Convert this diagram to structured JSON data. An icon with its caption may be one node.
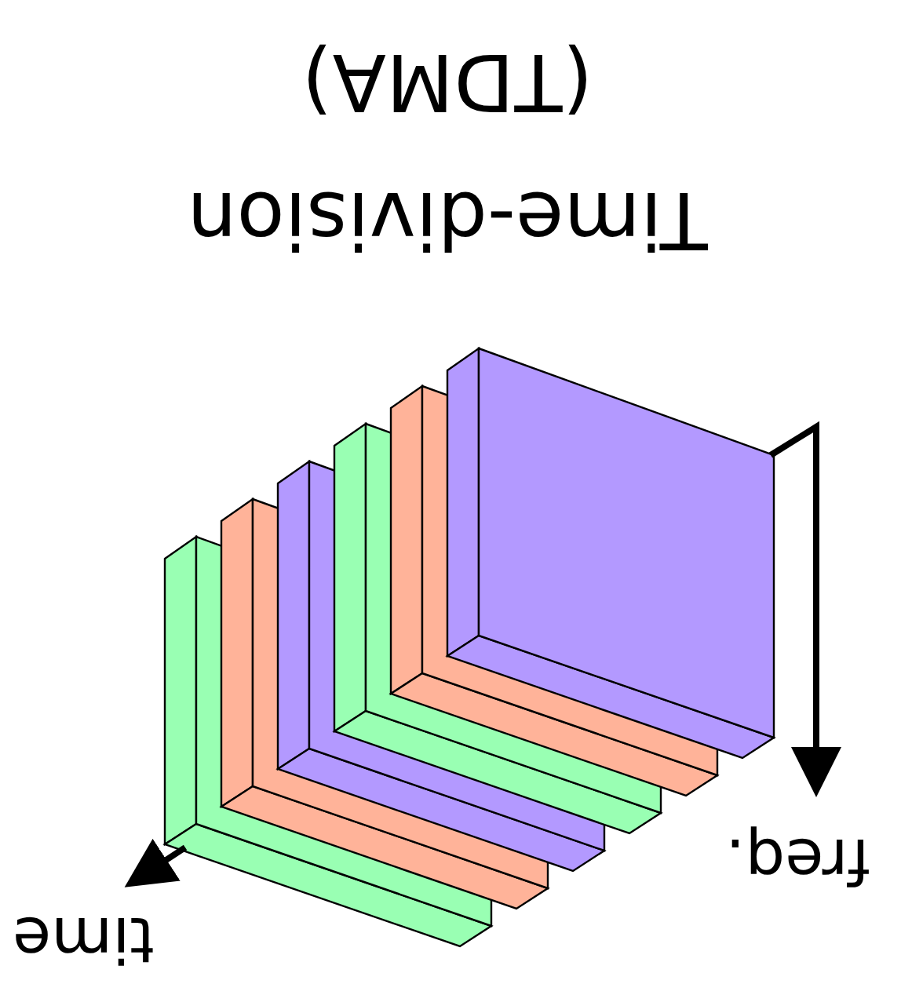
{
  "diagram": {
    "title": "Time-division (TDMA)",
    "labels": [
      "freq.",
      "time"
    ]
  }
}
